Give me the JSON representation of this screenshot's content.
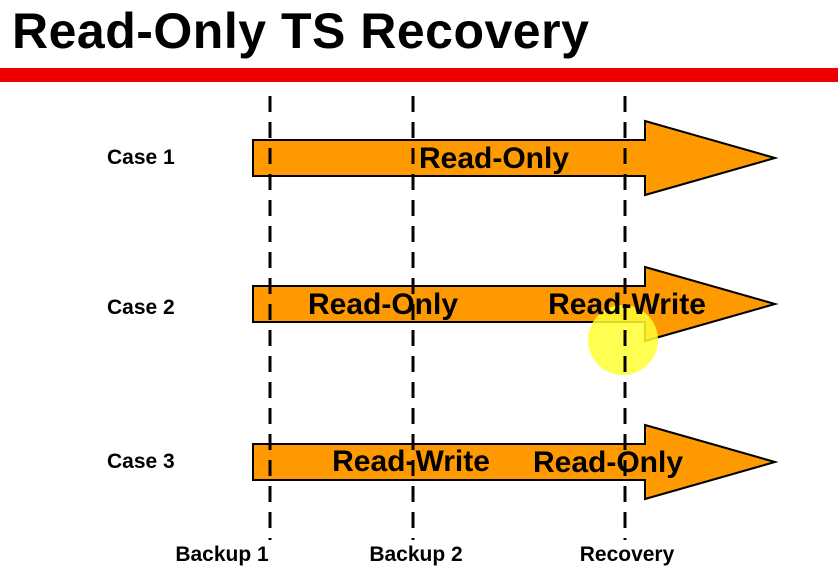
{
  "title": "Read-Only TS Recovery",
  "cases": [
    {
      "label": "Case 1",
      "segments": [
        "Read-Only"
      ]
    },
    {
      "label": "Case 2",
      "segments": [
        "Read-Only",
        "Read-Write"
      ]
    },
    {
      "label": "Case 3",
      "segments": [
        "Read-Write",
        "Read-Only"
      ]
    }
  ],
  "timeline_points": [
    "Backup 1",
    "Backup 2",
    "Recovery"
  ],
  "colors": {
    "title_bar": "#ee0000",
    "arrow_fill": "#ff9900",
    "arrow_stroke": "#000000",
    "cursor_highlight": "#ffff33"
  }
}
